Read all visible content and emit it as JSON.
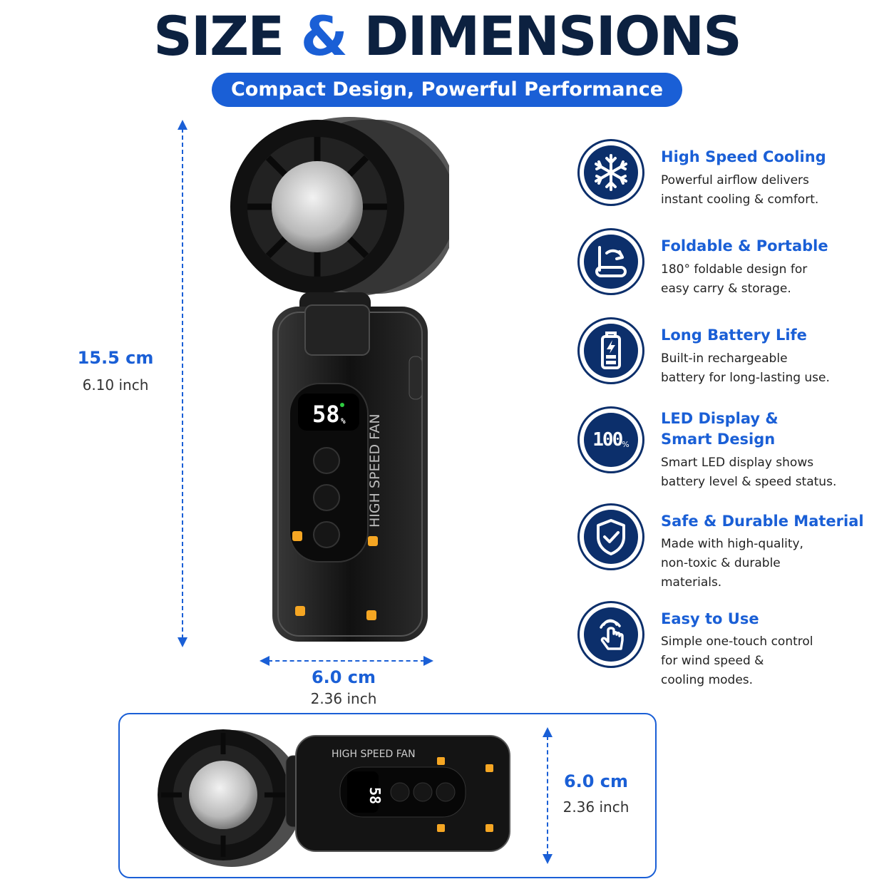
{
  "header": {
    "title_part1": "SIZE",
    "title_amp": "&",
    "title_part2": "DIMENSIONS",
    "subtitle": "Compact Design, Powerful Performance"
  },
  "dimensions": {
    "height": {
      "cm": "15.5 cm",
      "inch": "6.10 inch"
    },
    "width": {
      "cm": "6.0 cm",
      "inch": "2.36 inch"
    },
    "folded_height": {
      "cm": "6.0 cm",
      "inch": "2.36 inch"
    }
  },
  "device": {
    "display_value": "58",
    "display_unit": "%",
    "side_label": "HIGH SPEED FAN"
  },
  "features": [
    {
      "icon": "snowflake-icon",
      "title": "High Speed Cooling",
      "desc_lines": [
        "Powerful airflow delivers",
        "instant cooling & comfort."
      ]
    },
    {
      "icon": "fold-icon",
      "title": "Foldable & Portable",
      "desc_lines": [
        "180° foldable design for",
        "easy carry & storage."
      ]
    },
    {
      "icon": "battery-icon",
      "title": "Long Battery Life",
      "desc_lines": [
        "Built-in rechargeable",
        "battery for long-lasting use."
      ]
    },
    {
      "icon": "led-display-icon",
      "icon_text": "100",
      "icon_unit": "%",
      "title_lines": [
        "LED Display &",
        "Smart Design"
      ],
      "desc_lines": [
        "Smart LED display shows",
        "battery level & speed status."
      ]
    },
    {
      "icon": "shield-check-icon",
      "title": "Safe & Durable Material",
      "desc_lines": [
        "Made with high-quality,",
        "non-toxic & durable",
        "materials."
      ]
    },
    {
      "icon": "touch-hand-icon",
      "title": "Easy to Use",
      "desc_lines": [
        "Simple one-touch control",
        "for wind speed &",
        "cooling modes."
      ]
    }
  ],
  "colors": {
    "accent": "#1a5fd6",
    "navy": "#0c2140",
    "icon_bg": "#0c2f6b"
  }
}
